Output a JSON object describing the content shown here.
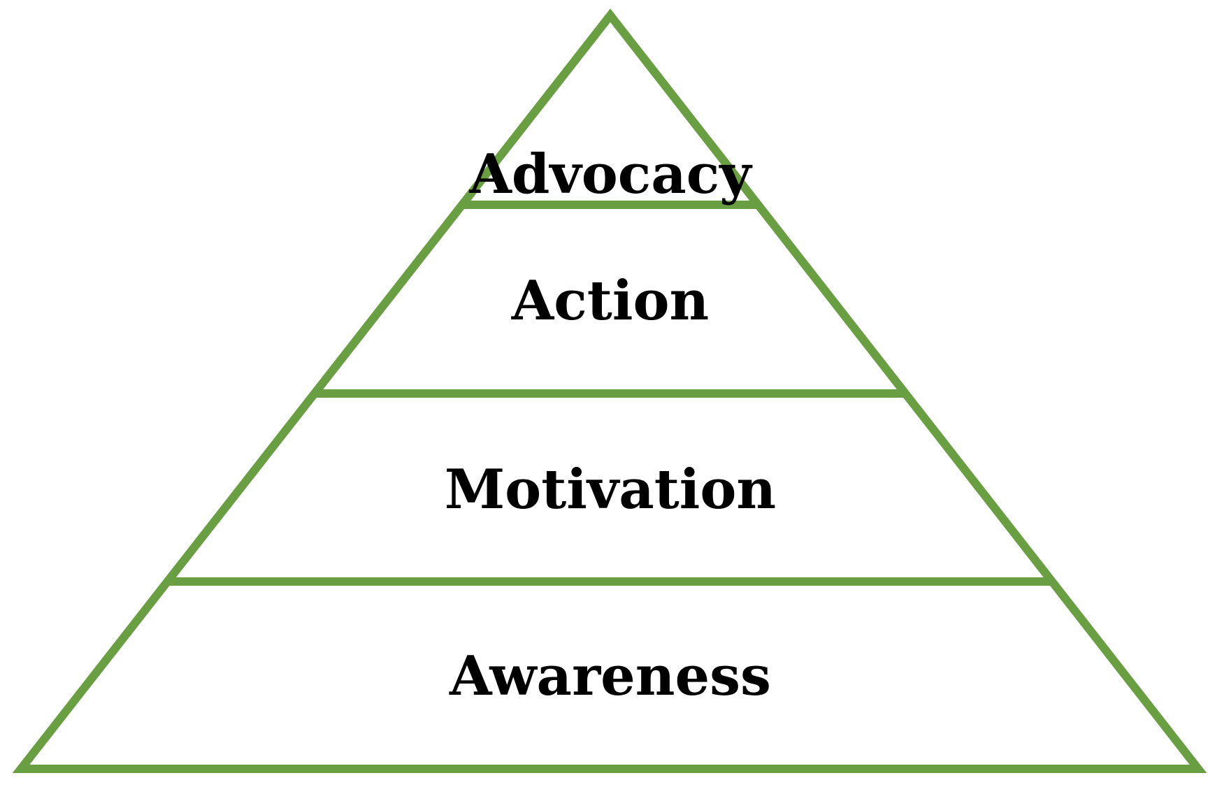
{
  "diagram": {
    "type": "pyramid",
    "stroke_color": "#6a9e42",
    "text_color": "#000000",
    "levels": [
      {
        "label": "Advocacy"
      },
      {
        "label": "Action"
      },
      {
        "label": "Motivation"
      },
      {
        "label": "Awareness"
      }
    ]
  }
}
